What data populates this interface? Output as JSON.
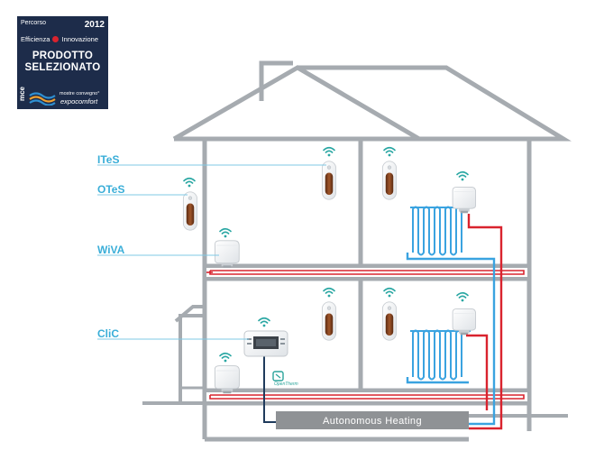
{
  "badge": {
    "percorso": "Percorso",
    "year": "2012",
    "efficienza": "Efficienza",
    "innovazione": "Innovazione",
    "line1": "PRODOTTO",
    "line2": "SELEZIONATO",
    "mce": "mce",
    "mostre": "mostre convegno°",
    "expocomfort": "expocomfort",
    "colors": {
      "background": "#1d2c4a",
      "accent": "#d9232e",
      "wave": "#2e8fd1"
    }
  },
  "labels": {
    "ites": "ITeS",
    "otes": "OTeS",
    "wiva": "WiVA",
    "clic": "CliC"
  },
  "autonomous_heating": "Autonomous Heating",
  "opentherm": "OpenTherm",
  "colors": {
    "label": "#3aaed8",
    "house_outline": "#a6abb0",
    "hot_pipe": "#d9232e",
    "cold_pipe": "#3aa3e0",
    "heating_box": "#8f9295",
    "device_body": "#ffffff",
    "thermostat_core": "#7a3b1c"
  }
}
